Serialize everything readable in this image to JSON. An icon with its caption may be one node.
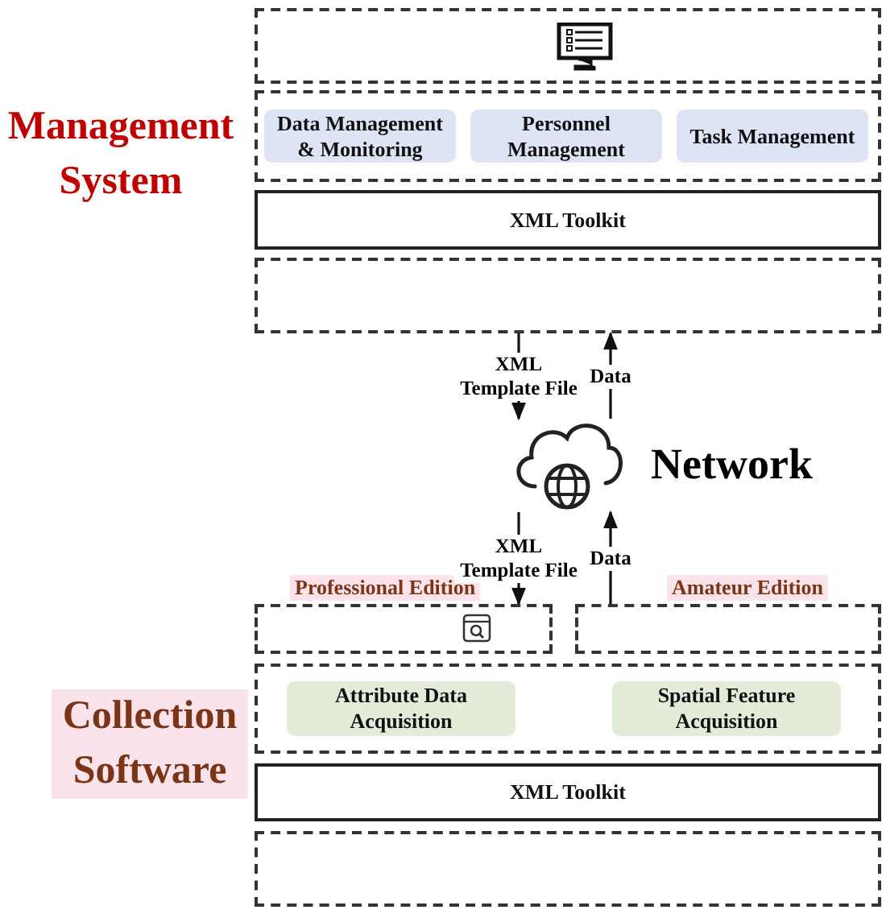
{
  "diagram": {
    "nodes": [
      {
        "text": [],
        "shape": "box"
      },
      {
        "text": [],
        "shape": "box"
      },
      {
        "text": [
          "Data Management & Monitoring"
        ],
        "in": 1
      },
      {
        "text": [
          "Personnel Management"
        ],
        "in": 1
      },
      {
        "text": [
          "Task Management"
        ],
        "in": 1
      },
      {
        "text": [
          "XML Toolkit"
        ]
      },
      {
        "text": [],
        "shape": "box"
      },
      {
        "text": [],
        "shape": "cloud",
        "beside": [
          "Network"
        ]
      },
      {
        "text": [
          "Professional Edition"
        ]
      },
      {
        "text": [
          "Amateur Edition"
        ]
      },
      {
        "text": [],
        "shape": "box"
      },
      {
        "text": [
          "Attribute Data Acquisition"
        ],
        "in": 10
      },
      {
        "text": [
          "Spatial Feature Acquisition"
        ],
        "in": 10
      },
      {
        "text": [
          "XML Toolkit"
        ]
      },
      {
        "text": [],
        "shape": "box"
      }
    ],
    "edges": [
      {
        "from": 6,
        "to": 7,
        "arrow": "to",
        "label": "XML Template File"
      },
      {
        "from": 7,
        "to": 6,
        "arrow": "to",
        "label": "Data"
      },
      {
        "from": 7,
        "to": 8,
        "arrow": "to",
        "label": "XML Template File"
      },
      {
        "from": 9,
        "to": 7,
        "arrow": "to",
        "label": "Data"
      }
    ],
    "labels": [
      "Management System",
      "Collection Software"
    ]
  }
}
